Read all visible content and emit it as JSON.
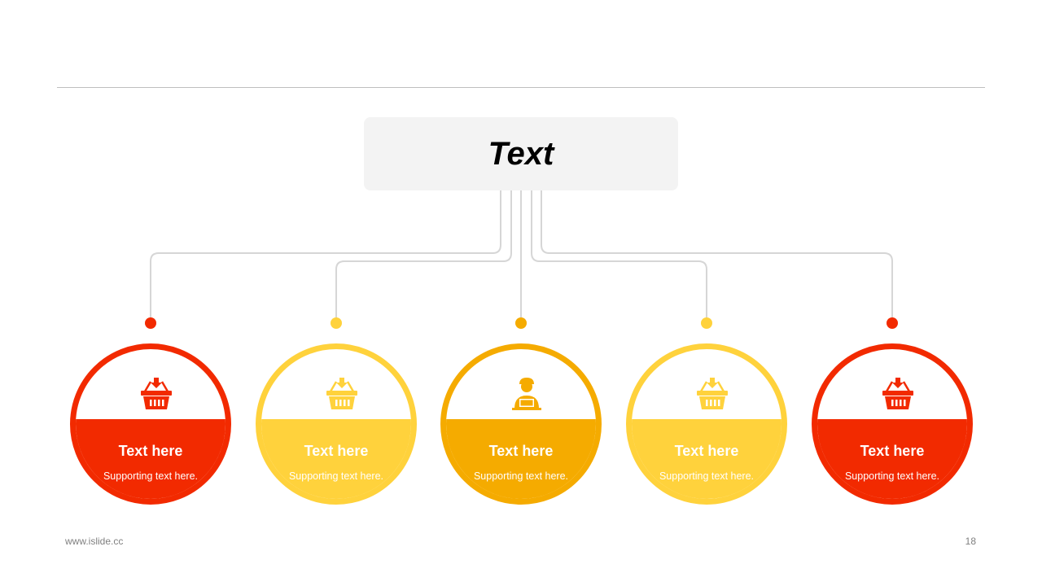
{
  "title": "Text",
  "colors": {
    "red": "#f22a00",
    "yellow": "#ffd23c",
    "orange": "#f5ab00",
    "line": "#d6d6d6",
    "title_bg": "#f3f3f3"
  },
  "cards": [
    {
      "label": "Text here",
      "sub": "Supporting text here.",
      "color": "#f22a00",
      "icon": "shopping-basket-icon"
    },
    {
      "label": "Text here",
      "sub": "Supporting text here.",
      "color": "#ffd23c",
      "icon": "shopping-basket-icon"
    },
    {
      "label": "Text here",
      "sub": "Supporting text here.",
      "color": "#f5ab00",
      "icon": "user-laptop-icon"
    },
    {
      "label": "Text here",
      "sub": "Supporting text here.",
      "color": "#ffd23c",
      "icon": "shopping-basket-icon"
    },
    {
      "label": "Text here",
      "sub": "Supporting text here.",
      "color": "#f22a00",
      "icon": "shopping-basket-icon"
    }
  ],
  "footer": {
    "website": "www.islide.cc",
    "page": "18"
  }
}
